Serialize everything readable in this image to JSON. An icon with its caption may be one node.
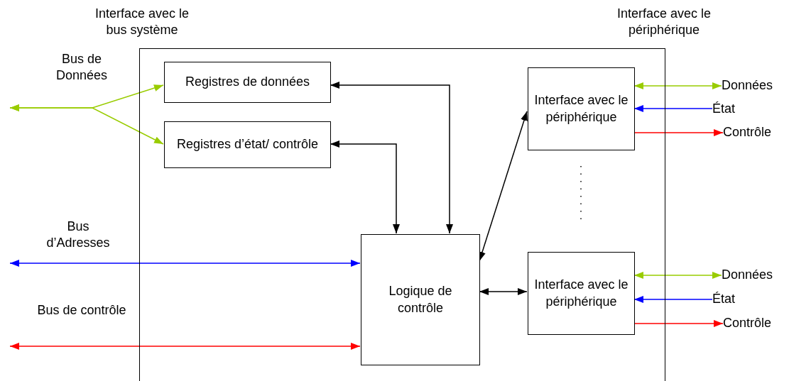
{
  "diagram": {
    "nodes": [
      {
        "text": [],
        "shape": "box"
      },
      {
        "text": [
          "Registres de données"
        ],
        "in": 0
      },
      {
        "text": [
          "Registres d’état/ contrôle"
        ],
        "in": 0
      },
      {
        "text": [
          "Logique de contrôle"
        ],
        "in": 0
      },
      {
        "text": [
          "Interface avec le périphérique"
        ],
        "in": 0
      },
      {
        "text": [
          "Interface avec le périphérique"
        ],
        "in": 0
      },
      {
        "text": [
          "Données"
        ]
      },
      {
        "text": [
          "État"
        ]
      },
      {
        "text": [
          "Contrôle"
        ]
      },
      {
        "text": [
          "Données"
        ]
      },
      {
        "text": [
          "État"
        ]
      },
      {
        "text": [
          "Contrôle"
        ]
      }
    ],
    "edges": [
      {
        "from": null,
        "to": 1,
        "arrow": "both",
        "color": "#99cc00",
        "label": "Bus de Données"
      },
      {
        "from": null,
        "to": 2,
        "arrow": "both",
        "color": "#99cc00"
      },
      {
        "from": null,
        "to": 3,
        "arrow": "both",
        "color": "#0000ff",
        "label": "Bus d’Adresses"
      },
      {
        "from": null,
        "to": 3,
        "arrow": "both",
        "color": "#ff0000",
        "label": "Bus de contrôle"
      },
      {
        "from": 1,
        "to": 3,
        "arrow": "both",
        "color": "#000000"
      },
      {
        "from": 2,
        "to": 3,
        "arrow": "both",
        "color": "#000000"
      },
      {
        "from": 3,
        "to": 4,
        "arrow": "both",
        "color": "#000000"
      },
      {
        "from": 3,
        "to": 5,
        "arrow": "both",
        "color": "#000000"
      },
      {
        "from": 4,
        "to": 6,
        "arrow": "both",
        "color": "#99cc00"
      },
      {
        "from": 7,
        "to": 4,
        "arrow": "to",
        "color": "#0000ff"
      },
      {
        "from": 4,
        "to": 8,
        "arrow": "to",
        "color": "#ff0000"
      },
      {
        "from": 5,
        "to": 9,
        "arrow": "both",
        "color": "#99cc00"
      },
      {
        "from": 10,
        "to": 5,
        "arrow": "to",
        "color": "#0000ff"
      },
      {
        "from": 5,
        "to": 11,
        "arrow": "to",
        "color": "#ff0000"
      }
    ],
    "labels": [
      "Interface avec le bus système",
      "Interface avec le périphérique"
    ]
  }
}
